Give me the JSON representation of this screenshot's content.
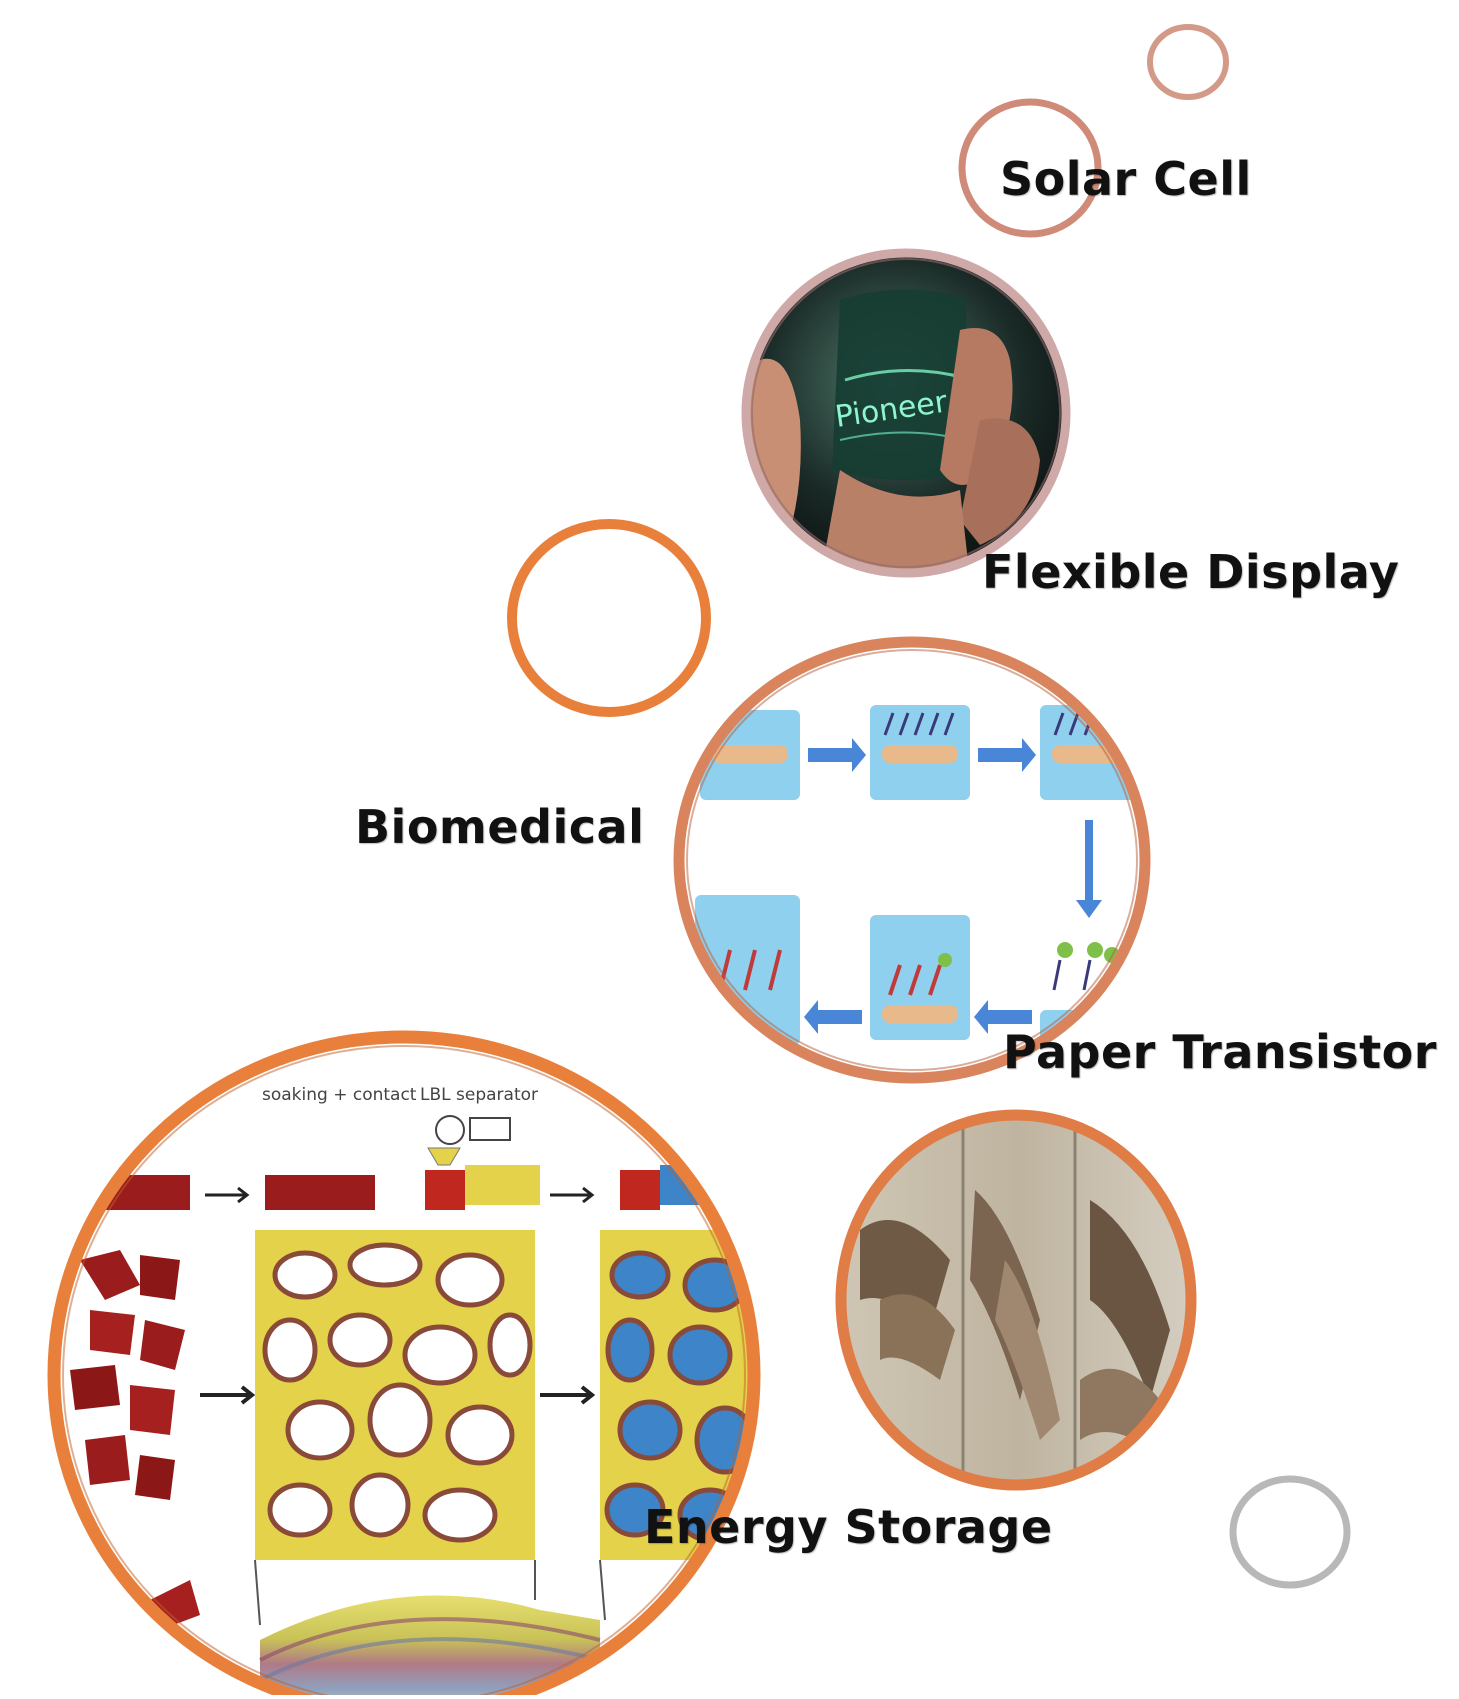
{
  "labels": {
    "solar_cell": "Solar Cell",
    "flexible_display": "Flexible Display",
    "biomedical": "Biomedical",
    "paper_transistor": "Paper Transistor",
    "energy_storage": "Energy Storage"
  },
  "panels": {
    "display_photo_text": "Pioneer",
    "energy_storage_step1": "soaking + contact",
    "energy_storage_step2": "LBL separator"
  },
  "colors": {
    "ring_orange": "#e8803c",
    "ring_copper": "#c9805a",
    "ring_grey": "#b8b8b8",
    "cell_red": "#9b1c1c",
    "cell_yellow": "#e3d24a",
    "cell_blue": "#3d84c9",
    "panel_blue": "#8fd0ef",
    "arrow_blue": "#4a86d8"
  }
}
